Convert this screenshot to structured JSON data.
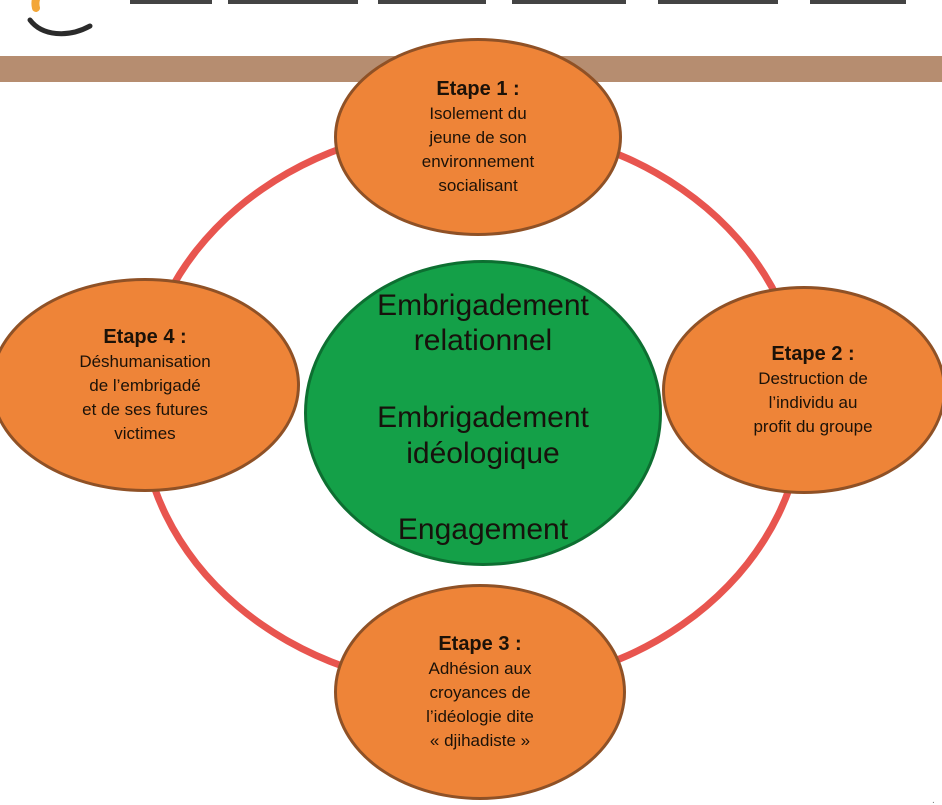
{
  "diagram": {
    "steps": [
      {
        "title": "Etape 1 :",
        "description": "Isolement du\njeune de son\nenvironnement\nsocialisant"
      },
      {
        "title": "Etape 2 :",
        "description": "Destruction de\nl’individu au\nprofit du groupe"
      },
      {
        "title": "Etape 3 :",
        "description": "Adhésion aux\ncroyances de\nl’idéologie dite\n« djihadiste »"
      },
      {
        "title": "Etape 4 :",
        "description": "Déshumanisation\nde l’embrigadé\net de ses futures\nvictimes"
      }
    ],
    "center": [
      "Embrigadement",
      "relationnel",
      "Embrigadement",
      "idéologique",
      "Engagement"
    ]
  },
  "colors": {
    "ring": "#e8554f",
    "step_fill": "#ee8438",
    "center_fill": "#14a048",
    "header_band": "#b68d70"
  }
}
